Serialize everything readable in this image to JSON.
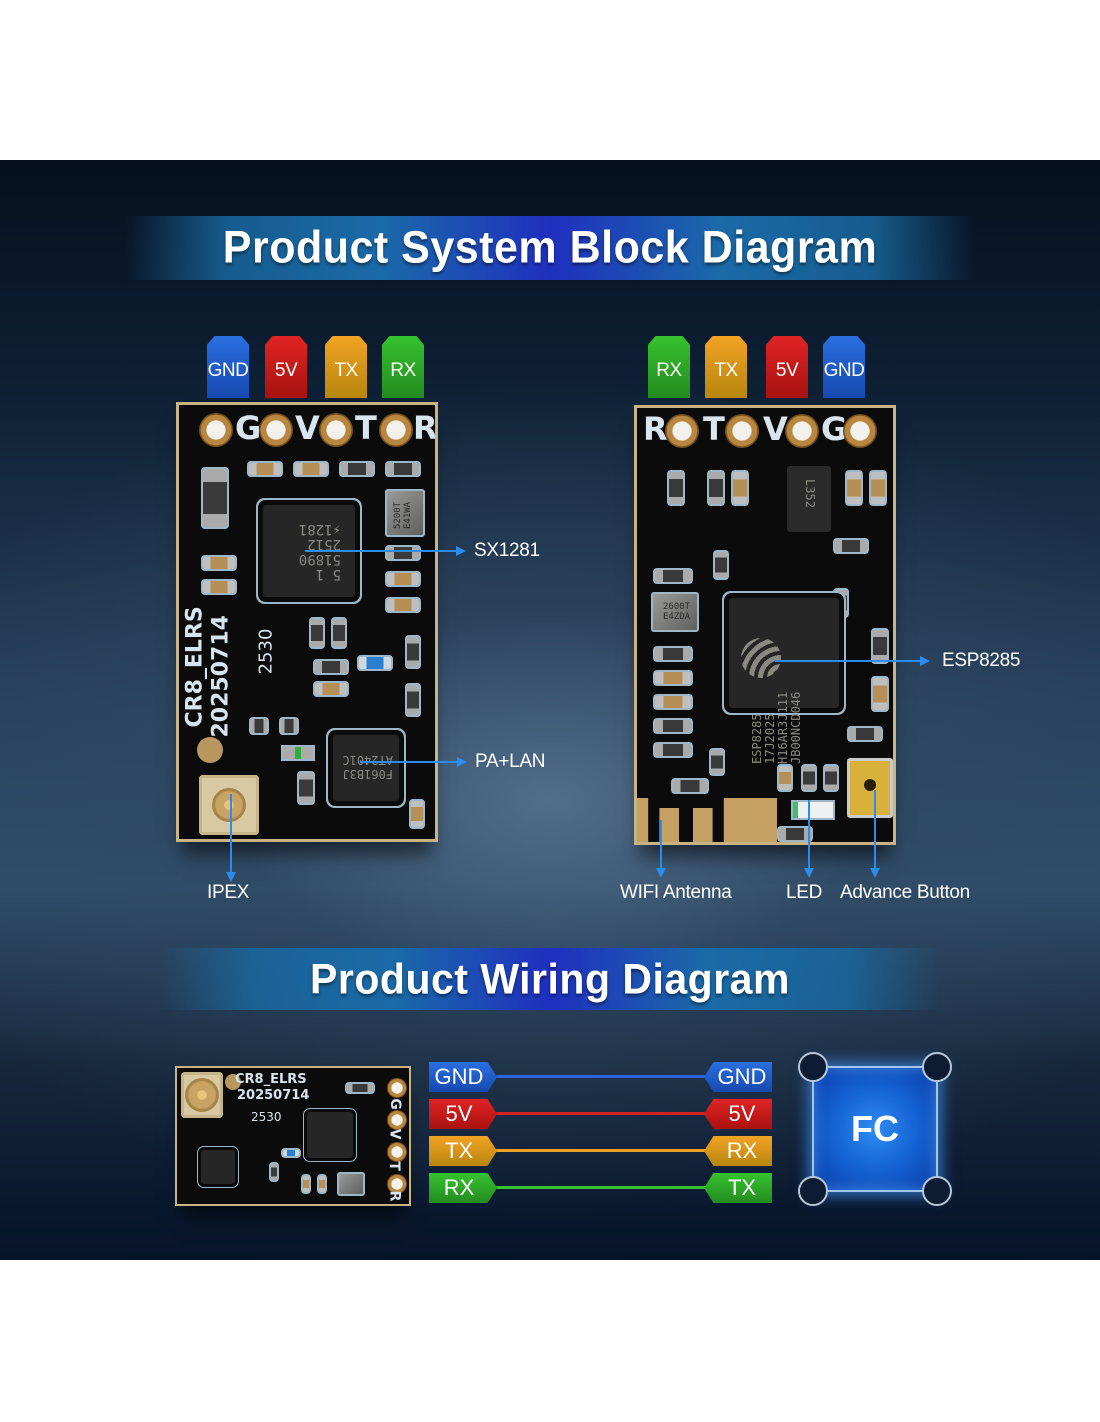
{
  "sections": {
    "block_diagram_title": "Product System Block Diagram",
    "wiring_diagram_title": "Product Wiring Diagram"
  },
  "colors": {
    "gnd": "#1f5fcc",
    "v5": "#c81a1a",
    "tx": "#e09a1a",
    "rx": "#2fae2a",
    "callout": "#2b8cf0",
    "fc": "#1665d6"
  },
  "left_board": {
    "pins": [
      {
        "label": "GND",
        "color_key": "gnd"
      },
      {
        "label": "5V",
        "color_key": "v5"
      },
      {
        "label": "TX",
        "color_key": "tx"
      },
      {
        "label": "RX",
        "color_key": "rx"
      }
    ],
    "silkscreen_pins": [
      "G",
      "V",
      "T",
      "R"
    ],
    "silkscreen_name": "CR8_ELRS",
    "silkscreen_date": "20250714",
    "silkscreen_code": "2530",
    "chip_main_marking": "5 1\n51890\n2512\n⚡1281",
    "chip_pa_marking": "F061B3J\nAT2401C",
    "crystal_marking": "5200T\nE41WA",
    "callouts": {
      "sx1281": "SX1281",
      "pa_lan": "PA+LAN",
      "ipex": "IPEX"
    }
  },
  "right_board": {
    "pins": [
      {
        "label": "RX",
        "color_key": "rx"
      },
      {
        "label": "TX",
        "color_key": "tx"
      },
      {
        "label": "5V",
        "color_key": "v5"
      },
      {
        "label": "GND",
        "color_key": "gnd"
      }
    ],
    "silkscreen_pins": [
      "R",
      "T",
      "V",
      "G"
    ],
    "regulator_marking": "L352",
    "crystal_marking": "2600T\nE4ZDA",
    "chip_marking": "ESP8285\n17J2025\nH16AR3J111\nJB00NCD046",
    "callouts": {
      "esp8285": "ESP8285",
      "wifi_antenna": "WIFI Antenna",
      "led": "LED",
      "advance_button": "Advance Button"
    }
  },
  "wiring": {
    "board_silkscreen_name": "CR8_ELRS",
    "board_silkscreen_date": "20250714",
    "board_silkscreen_code": "2530",
    "board_pins": [
      "G",
      "V",
      "T",
      "R"
    ],
    "connections": [
      {
        "from": "GND",
        "to": "GND",
        "color_key": "gnd"
      },
      {
        "from": "5V",
        "to": "5V",
        "color_key": "v5"
      },
      {
        "from": "TX",
        "to": "RX",
        "color_key": "tx"
      },
      {
        "from": "RX",
        "to": "TX",
        "color_key": "rx"
      }
    ],
    "target_label": "FC"
  }
}
